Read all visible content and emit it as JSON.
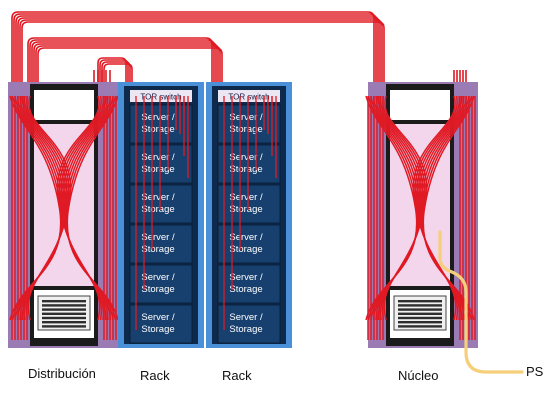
{
  "colors": {
    "cable": "#e01a24",
    "power_cable": "#f5cf7a",
    "cabinet_purple": "#9a7bb4",
    "cabinet_dark": "#1b1b1b",
    "panel_pink": "#f3d6ec",
    "rack_frame": "#4a90d9",
    "rack_slot": "#17406f",
    "tor_fill": "#ece6f2"
  },
  "labels": {
    "distribution": "Distribución",
    "rack_1": "Rack",
    "rack_2": "Rack",
    "core": "Núcleo",
    "ps": "PS"
  },
  "racks": [
    {
      "tor_label": "TOR switch",
      "slots": [
        [
          "Server /",
          "Storage"
        ],
        [
          "Server /",
          "Storage"
        ],
        [
          "Server /",
          "Storage"
        ],
        [
          "Server /",
          "Storage"
        ],
        [
          "Server /",
          "Storage"
        ],
        [
          "Server /",
          "Storage"
        ]
      ]
    },
    {
      "tor_label": "TOR switch",
      "slots": [
        [
          "Server /",
          "Storage"
        ],
        [
          "Server /",
          "Storage"
        ],
        [
          "Server /",
          "Storage"
        ],
        [
          "Server /",
          "Storage"
        ],
        [
          "Server /",
          "Storage"
        ],
        [
          "Server /",
          "Storage"
        ]
      ]
    }
  ],
  "icons": [
    "patch-panel-icon",
    "cable-bundle-icon",
    "vent-grille-icon"
  ]
}
